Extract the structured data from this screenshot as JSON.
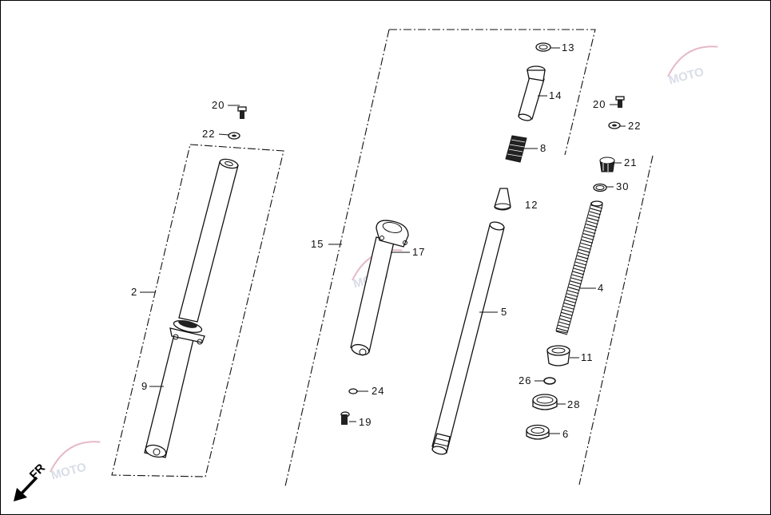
{
  "labels": {
    "p2": "2",
    "p4": "4",
    "p5": "5",
    "p6": "6",
    "p8": "8",
    "p9": "9",
    "p11": "11",
    "p12": "12",
    "p13": "13",
    "p14": "14",
    "p15": "15",
    "p17": "17",
    "p19": "19",
    "p20a": "20",
    "p20b": "20",
    "p21": "21",
    "p22a": "22",
    "p22b": "22",
    "p24": "24",
    "p26": "26",
    "p28": "28",
    "p30": "30"
  },
  "direction": {
    "label": "FR"
  },
  "watermark": {
    "text": "MOTO"
  },
  "colors": {
    "line": "#111111",
    "background": "#ffffff",
    "watermark": "#d9dde8"
  }
}
